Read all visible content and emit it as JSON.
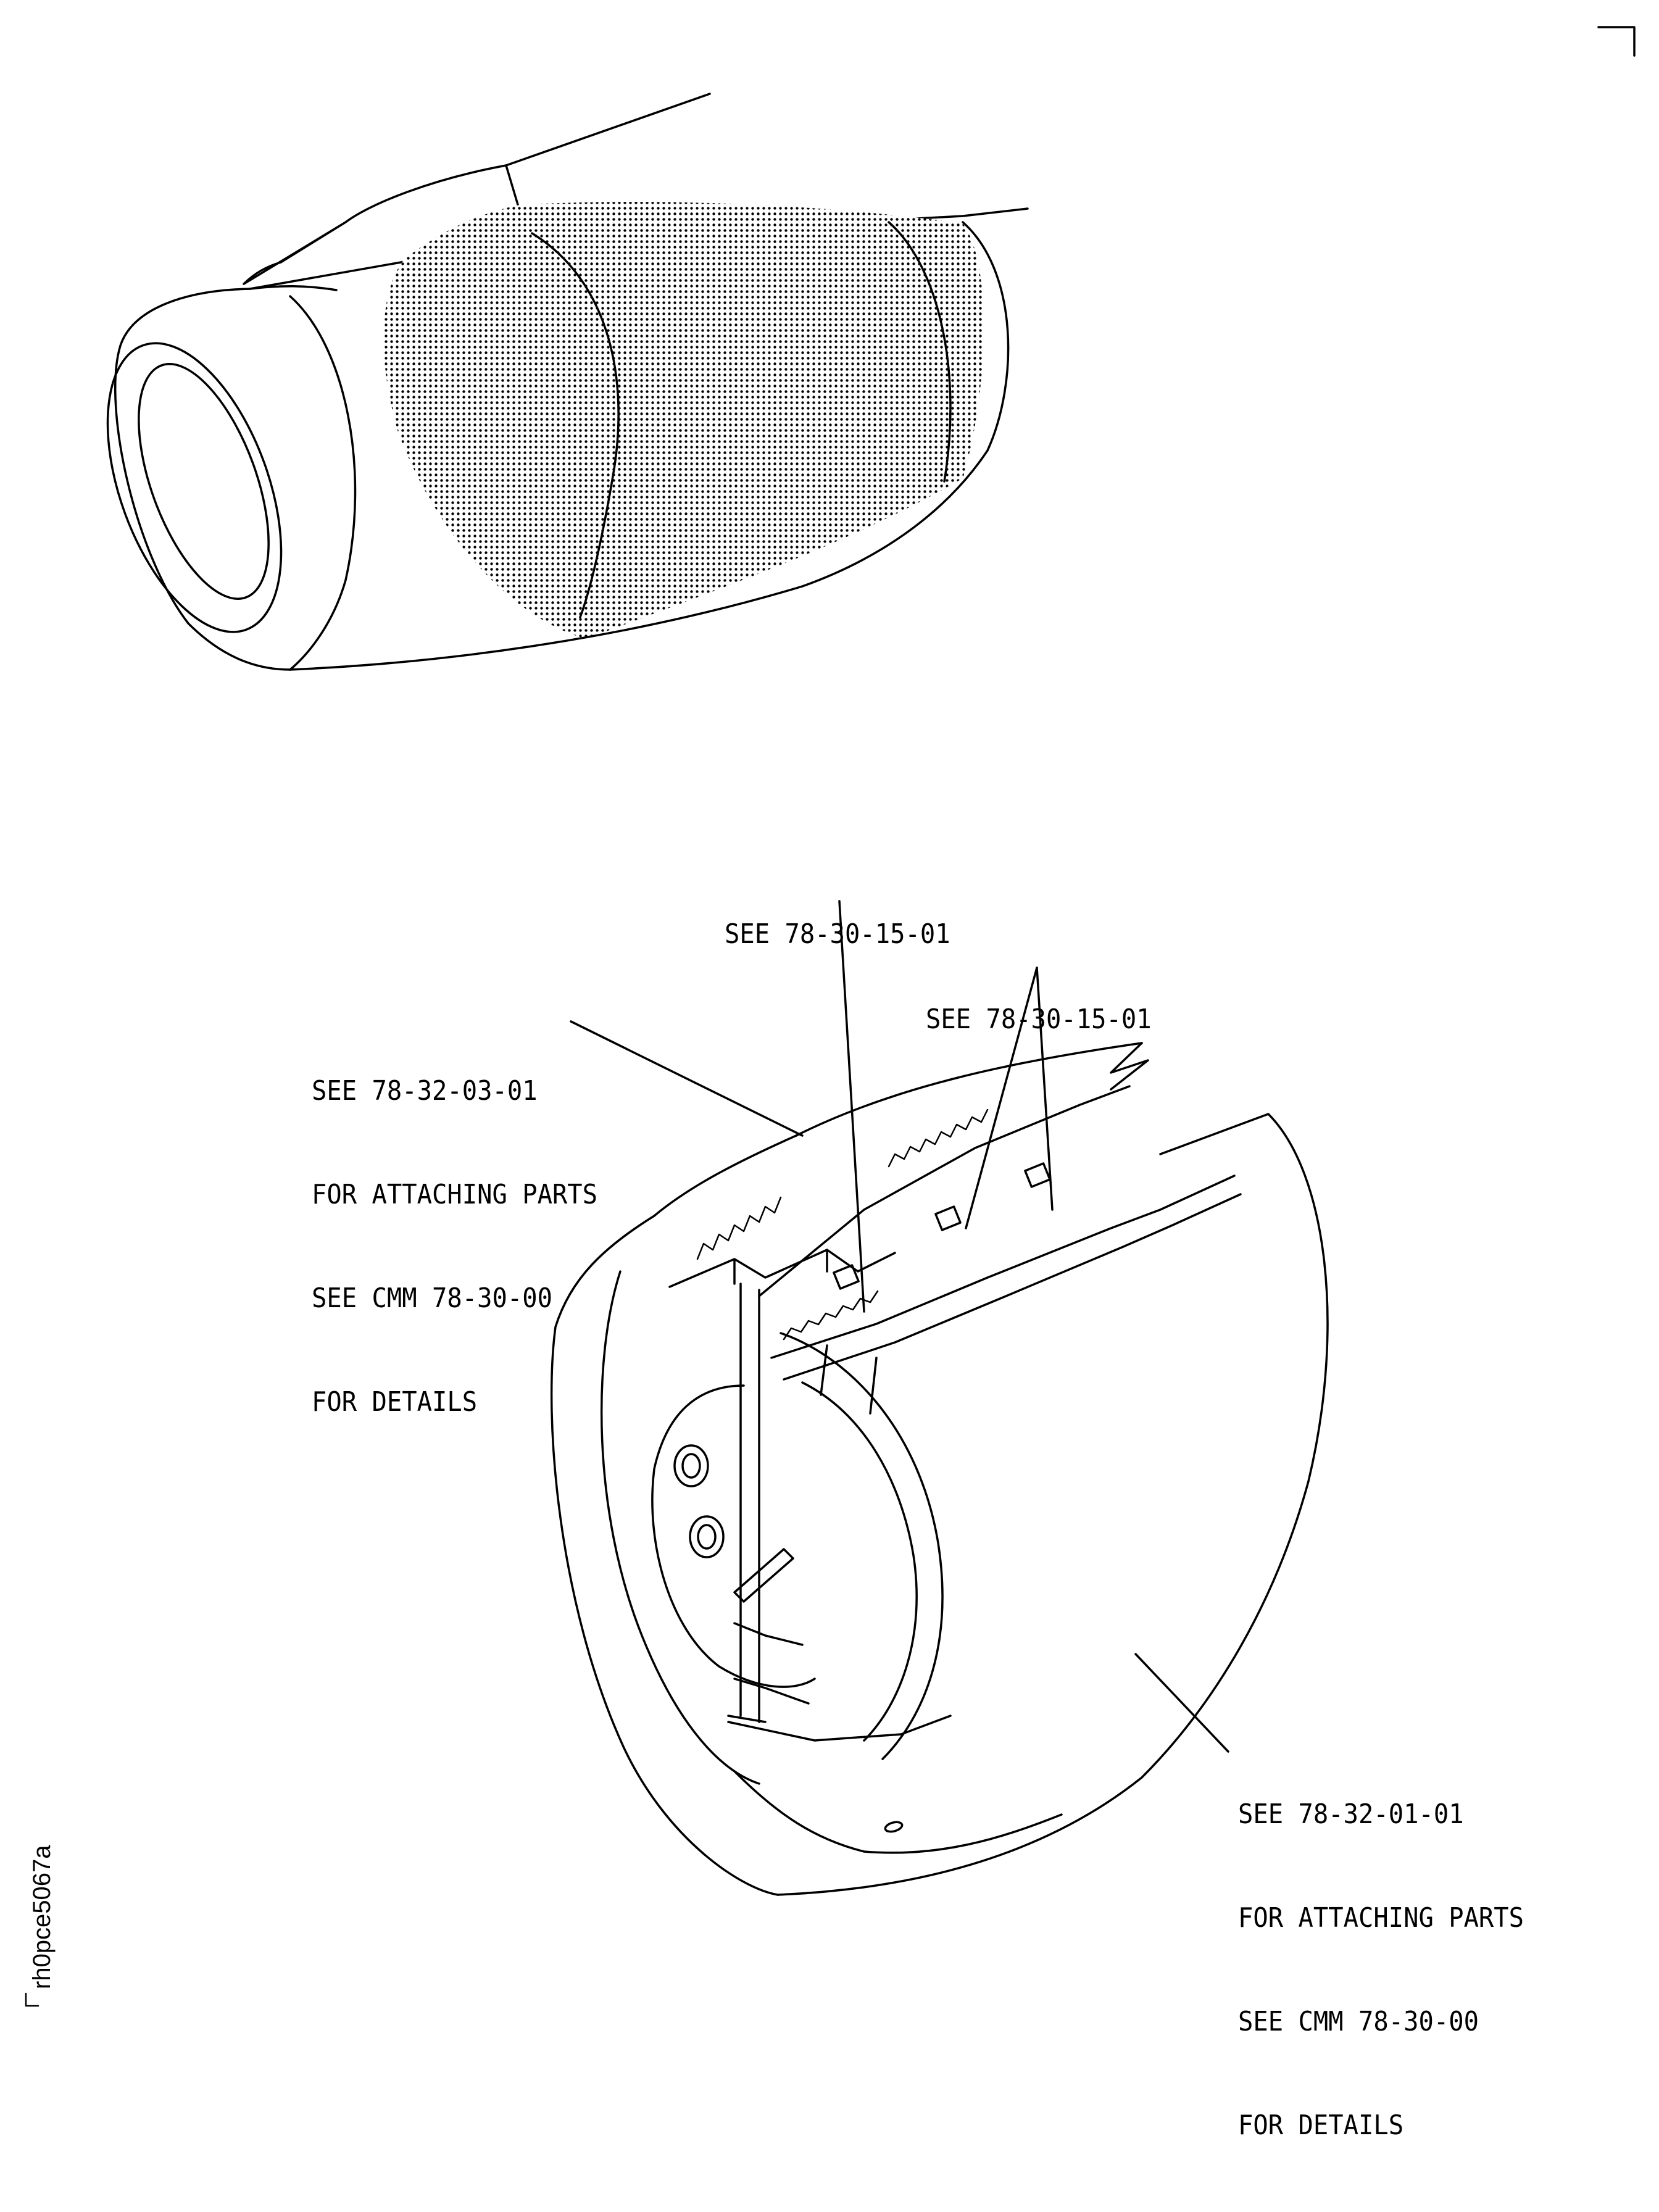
{
  "figure_id": "rh0pce5067a",
  "callouts": {
    "top_center": {
      "lines": [
        "SEE 78-30-15-01"
      ]
    },
    "top_right": {
      "lines": [
        "SEE 78-30-15-01"
      ]
    },
    "left": {
      "lines": [
        "SEE 78-32-03-01",
        "FOR ATTACHING PARTS",
        "SEE CMM 78-30-00",
        "FOR DETAILS"
      ]
    },
    "bottom_right": {
      "lines": [
        "SEE 78-32-01-01",
        "FOR ATTACHING PARTS",
        "SEE CMM 78-30-00",
        "FOR DETAILS"
      ]
    }
  }
}
